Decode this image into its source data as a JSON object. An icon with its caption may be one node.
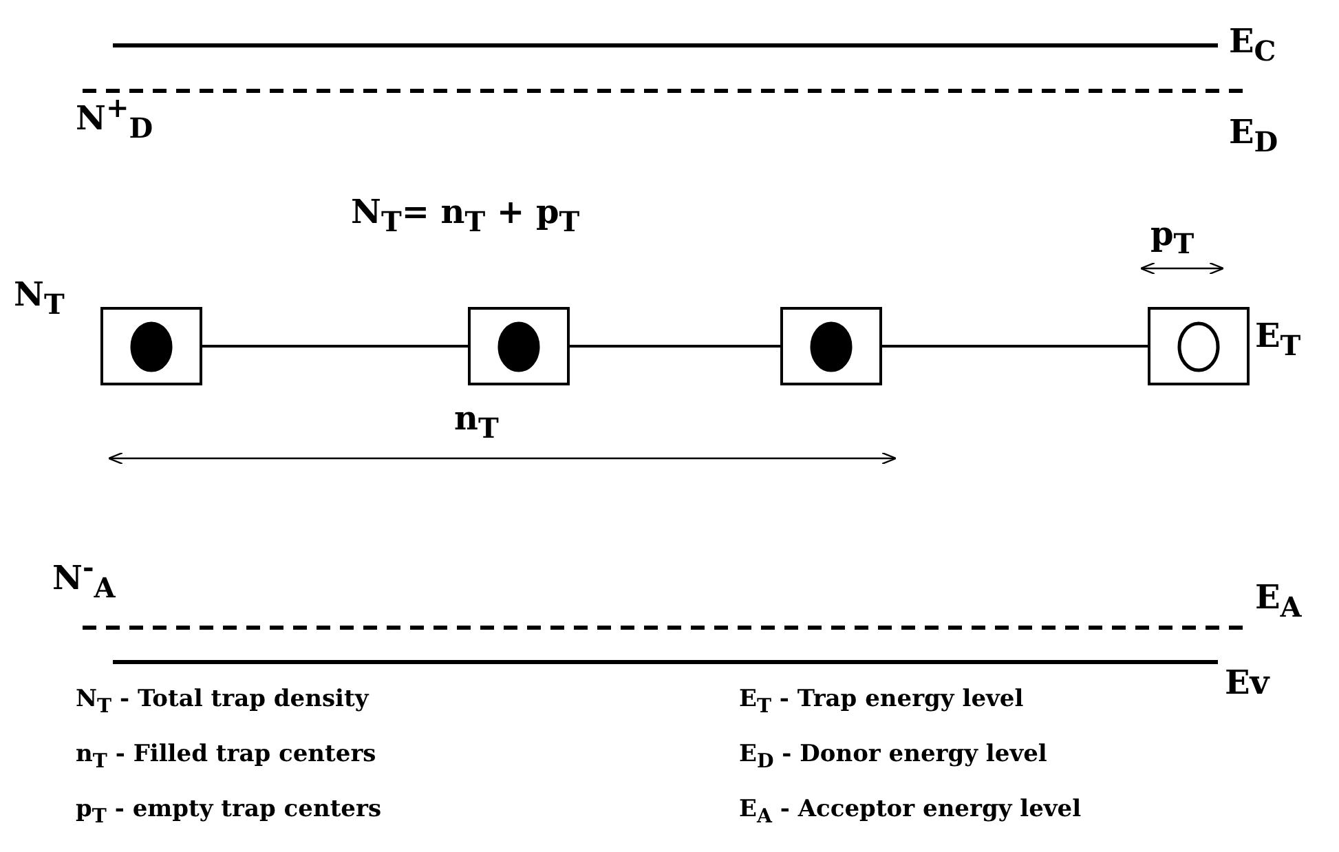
{
  "diagram": {
    "nodes": [
      {
        "text": [],
        "shape": "box"
      },
      {
        "text": [],
        "shape": "box"
      },
      {
        "text": [],
        "shape": "box"
      },
      {
        "text": [],
        "shape": "box"
      }
    ],
    "edges": [
      {
        "from": 0,
        "to": 1,
        "arrow": "none"
      },
      {
        "from": 1,
        "to": 2,
        "arrow": "none"
      },
      {
        "from": 2,
        "to": 3,
        "arrow": "none"
      }
    ],
    "labels": [
      "E$_{C}$",
      "N$^{+}$$_{D}$",
      "E$_{D}$",
      "N$_{T}$= n$_{T}$ + p$_{T}$",
      "p$_{T}$",
      "N$_{T}$",
      "E$_{T}$",
      "n$_{T}$",
      "N$^{-}$$_{A}$",
      "E$_{A}$",
      "Ev",
      "N$_{T}$ - Total trap density",
      "E$_{T}$ - Trap energy level",
      "n$_{T}$ - Filled trap centers",
      "E$_{D}$ - Donor energy level",
      "p$_{T}$ - empty trap centers",
      "E$_{A}$ - Acceptor energy level"
    ]
  }
}
